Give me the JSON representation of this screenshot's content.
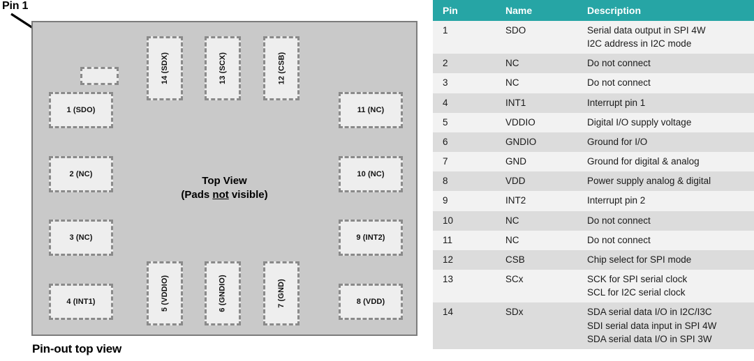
{
  "diagram": {
    "pin1_label": "Pin 1",
    "caption": "Pin-out top view",
    "center_line1": "Top View",
    "center_line2_pre": "(Pads ",
    "center_line2_underlined": "not",
    "center_line2_post": " visible)",
    "body_color": "#c9c9c9",
    "pad_color": "#eeeeee",
    "pads_left": [
      {
        "label": "1 (SDO)"
      },
      {
        "label": "2 (NC)"
      },
      {
        "label": "3 (NC)"
      },
      {
        "label": "4 (INT1)"
      }
    ],
    "pads_right": [
      {
        "label": "11 (NC)"
      },
      {
        "label": "10 (NC)"
      },
      {
        "label": "9 (INT2)"
      },
      {
        "label": "8 (VDD)"
      }
    ],
    "pads_top": [
      {
        "label": "14 (SDX)"
      },
      {
        "label": "13 (SCX)"
      },
      {
        "label": "12 (CSB)"
      }
    ],
    "pads_bottom": [
      {
        "label": "5 (VDDIO)"
      },
      {
        "label": "6 (GNDIO)"
      },
      {
        "label": "7 (GND)"
      }
    ]
  },
  "table": {
    "header_color": "#26a5a5",
    "row_light": "#f2f2f2",
    "row_dark": "#dcdcdc",
    "columns": [
      "Pin",
      "Name",
      "Description"
    ],
    "rows": [
      {
        "pin": "1",
        "name": "SDO",
        "description": [
          "Serial data output in SPI 4W",
          "I2C address in I2C mode"
        ]
      },
      {
        "pin": "2",
        "name": "NC",
        "description": [
          "Do not connect"
        ]
      },
      {
        "pin": "3",
        "name": "NC",
        "description": [
          "Do not connect"
        ]
      },
      {
        "pin": "4",
        "name": "INT1",
        "description": [
          "Interrupt pin 1"
        ]
      },
      {
        "pin": "5",
        "name": "VDDIO",
        "description": [
          "Digital I/O supply voltage"
        ]
      },
      {
        "pin": "6",
        "name": "GNDIO",
        "description": [
          "Ground for I/O"
        ]
      },
      {
        "pin": "7",
        "name": "GND",
        "description": [
          "Ground for digital & analog"
        ]
      },
      {
        "pin": "8",
        "name": "VDD",
        "description": [
          "Power supply analog & digital"
        ]
      },
      {
        "pin": "9",
        "name": "INT2",
        "description": [
          "Interrupt pin 2"
        ]
      },
      {
        "pin": "10",
        "name": "NC",
        "description": [
          "Do not connect"
        ]
      },
      {
        "pin": "11",
        "name": "NC",
        "description": [
          "Do not connect"
        ]
      },
      {
        "pin": "12",
        "name": "CSB",
        "description": [
          "Chip select for SPI mode"
        ]
      },
      {
        "pin": "13",
        "name": "SCx",
        "description": [
          "SCK for SPI serial clock",
          "SCL for I2C serial clock"
        ]
      },
      {
        "pin": "14",
        "name": "SDx",
        "description": [
          "SDA serial data I/O in I2C/I3C",
          "SDI serial data input in SPI 4W",
          "SDA serial data I/O in SPI 3W"
        ]
      }
    ]
  }
}
